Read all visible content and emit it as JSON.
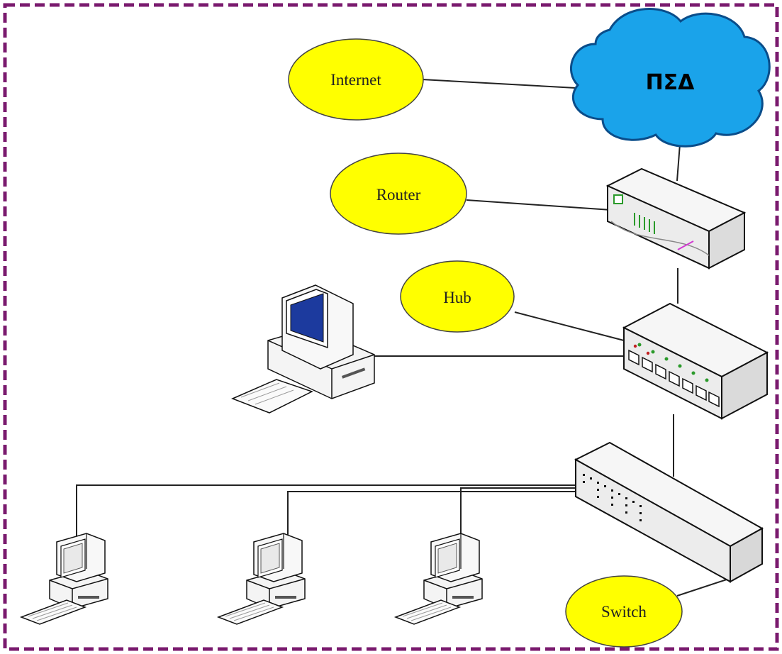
{
  "labels": {
    "internet": "Internet",
    "cloud": "ΠΣΔ",
    "router": "Router",
    "hub": "Hub",
    "switch": "Switch"
  },
  "colors": {
    "label_fill": "#ffff00",
    "cloud_fill": "#1aa3ea",
    "border": "#7a1a6e",
    "screen": "#1c3a9e",
    "line": "#222222"
  },
  "icons": [
    "cloud-icon",
    "router-icon",
    "hub-icon",
    "switch-icon",
    "computer-icon"
  ]
}
